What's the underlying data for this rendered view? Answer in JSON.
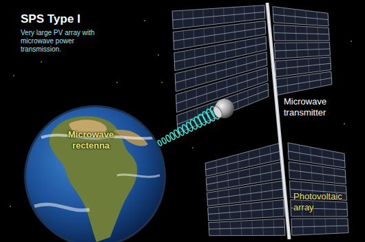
{
  "diagram": {
    "title": "SPS Type I",
    "labels": [
      "Very large PV array with microwave power transmission.",
      "Microwave rectenna",
      "Microwave transmitter",
      "Photovoltaic array"
    ]
  }
}
